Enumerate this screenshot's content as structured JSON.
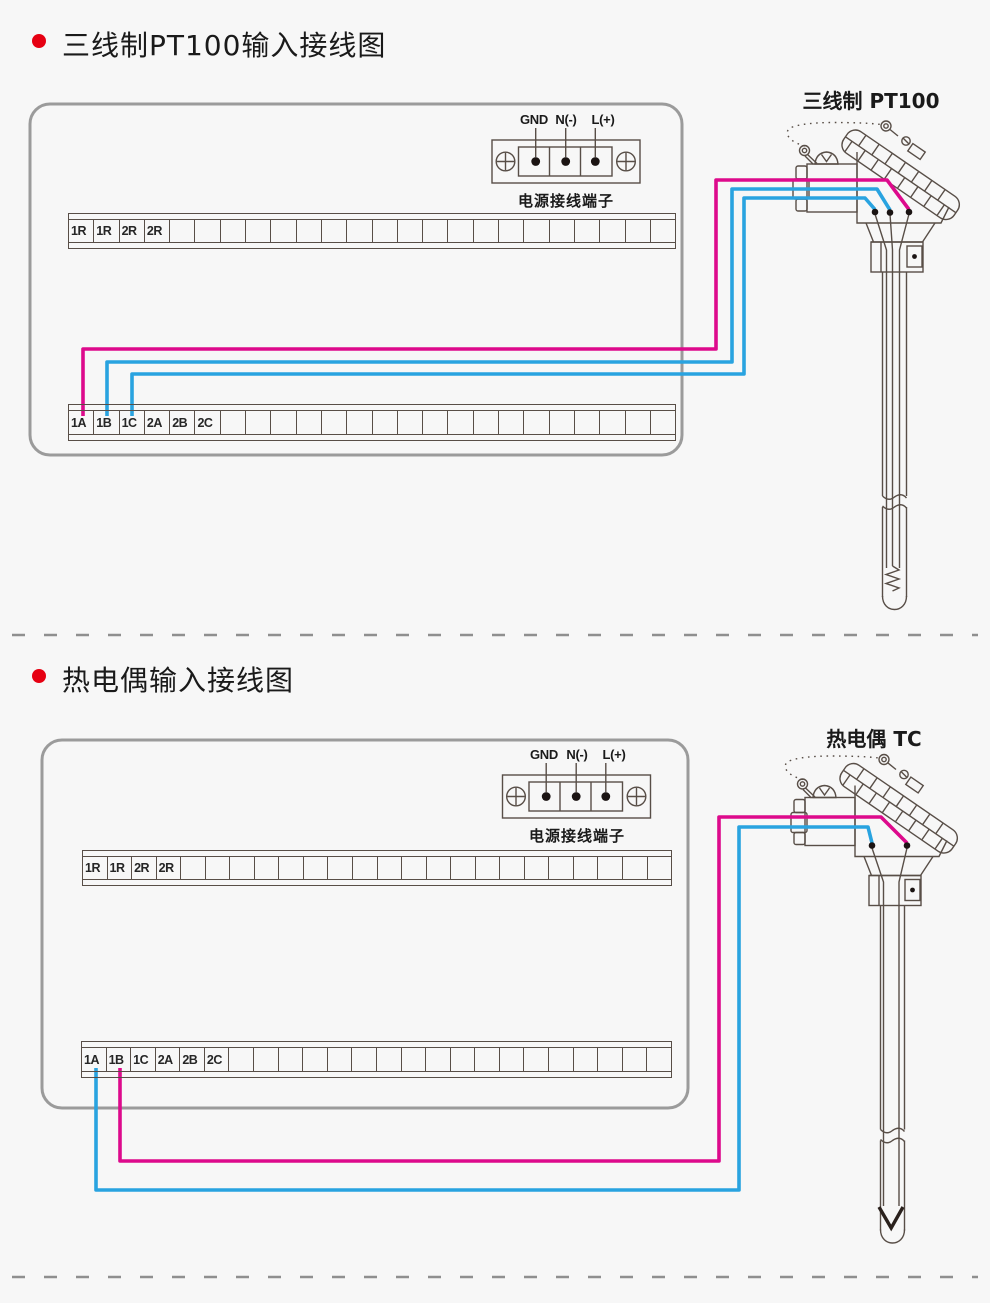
{
  "colors": {
    "magenta_wire": "#dd0a8c",
    "cyan_wire": "#29a3e0",
    "diagram_line": "#584e47",
    "box_border": "#9b9b9b",
    "bullet_red": "#e60012",
    "background": "#f7f7f7"
  },
  "sections": [
    {
      "id": "pt100",
      "title": "三线制PT100输入接线图",
      "sensor_label": "三线制 PT100",
      "power_terminal": {
        "labels": [
          "GND",
          "N(-)",
          "L(+)"
        ],
        "caption": "电源接线端子"
      },
      "top_strip": {
        "cells": [
          "1R",
          "1R",
          "2R",
          "2R"
        ],
        "total_cells": 24
      },
      "bottom_strip": {
        "cells": [
          "1A",
          "1B",
          "1C",
          "2A",
          "2B",
          "2C"
        ],
        "total_cells": 24
      },
      "wires": [
        {
          "color": "#dd0a8c",
          "to_terminal": "1A"
        },
        {
          "color": "#29a3e0",
          "to_terminal": "1B"
        },
        {
          "color": "#29a3e0",
          "to_terminal": "1C"
        }
      ]
    },
    {
      "id": "thermocouple",
      "title": "热电偶输入接线图",
      "sensor_label": "热电偶 TC",
      "power_terminal": {
        "labels": [
          "GND",
          "N(-)",
          "L(+)"
        ],
        "caption": "电源接线端子"
      },
      "top_strip": {
        "cells": [
          "1R",
          "1R",
          "2R",
          "2R"
        ],
        "total_cells": 24
      },
      "bottom_strip": {
        "cells": [
          "1A",
          "1B",
          "1C",
          "2A",
          "2B",
          "2C"
        ],
        "total_cells": 24
      },
      "wires": [
        {
          "color": "#dd0a8c",
          "to_terminal": "1B"
        },
        {
          "color": "#29a3e0",
          "to_terminal": "1A"
        }
      ]
    }
  ]
}
